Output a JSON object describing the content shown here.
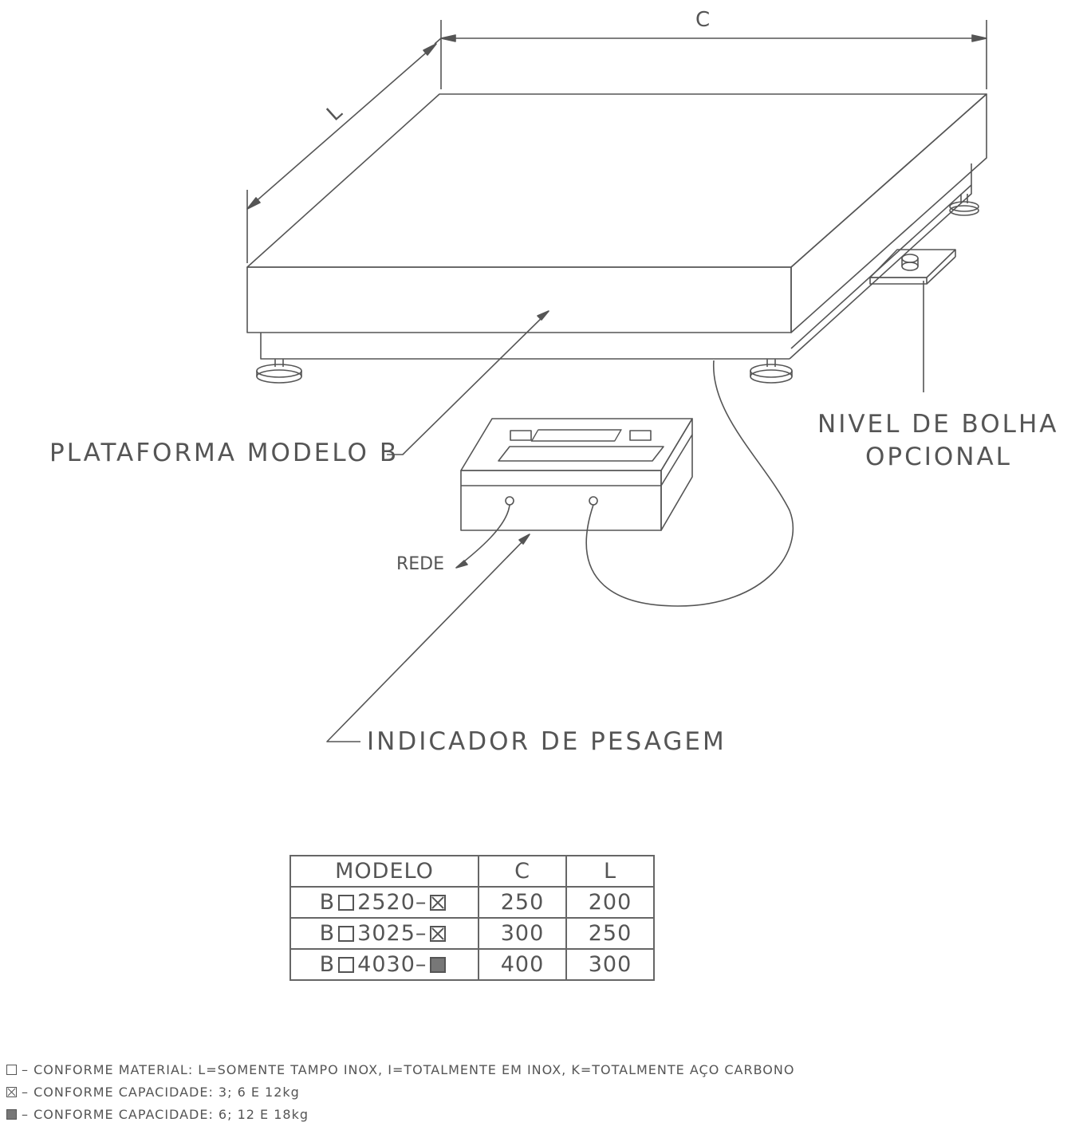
{
  "dimension_labels": {
    "c": "C",
    "l": "L"
  },
  "labels": {
    "plataforma": "PLATAFORMA MODELO B",
    "nivel_line1": "NIVEL DE BOLHA",
    "nivel_line2": "OPCIONAL",
    "rede": "REDE",
    "indicador": "INDICADOR DE PESAGEM"
  },
  "table": {
    "headers": [
      "MODELO",
      "C",
      "L"
    ],
    "rows": [
      {
        "prefix": "B",
        "number": "2520",
        "suffix_symbol": "crossed-box",
        "c": "250",
        "l": "200"
      },
      {
        "prefix": "B",
        "number": "3025",
        "suffix_symbol": "crossed-box",
        "c": "300",
        "l": "250"
      },
      {
        "prefix": "B",
        "number": "4030",
        "suffix_symbol": "filled-box",
        "c": "400",
        "l": "300"
      }
    ]
  },
  "notes": [
    {
      "symbol": "open-box",
      "text": "– CONFORME MATERIAL: L=SOMENTE TAMPO INOX, I=TOTALMENTE EM INOX, K=TOTALMENTE AÇO CARBONO"
    },
    {
      "symbol": "crossed-box",
      "text": "– CONFORME CAPACIDADE: 3; 6 E 12kg"
    },
    {
      "symbol": "filled-box",
      "text": "– CONFORME CAPACIDADE: 6; 12 E 18kg"
    }
  ]
}
